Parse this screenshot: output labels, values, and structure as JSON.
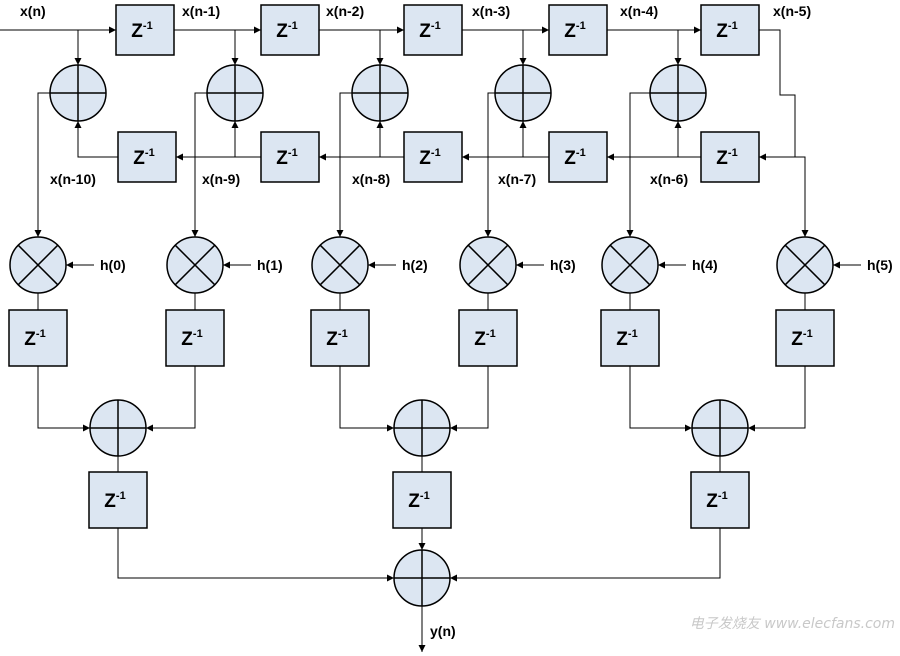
{
  "delay_label": "Z",
  "delay_exponent": "-1",
  "input_label": "x(n)",
  "output_label": "y(n)",
  "tap_labels": [
    "x(n-1)",
    "x(n-2)",
    "x(n-3)",
    "x(n-4)",
    "x(n-5)"
  ],
  "return_labels": [
    "x(n-10)",
    "x(n-9)",
    "x(n-8)",
    "x(n-7)",
    "x(n-6)"
  ],
  "coefficients": [
    "h(0)",
    "h(1)",
    "h(2)",
    "h(3)",
    "h(4)",
    "h(5)"
  ],
  "watermark": "电子发烧友 www.elecfans.com"
}
